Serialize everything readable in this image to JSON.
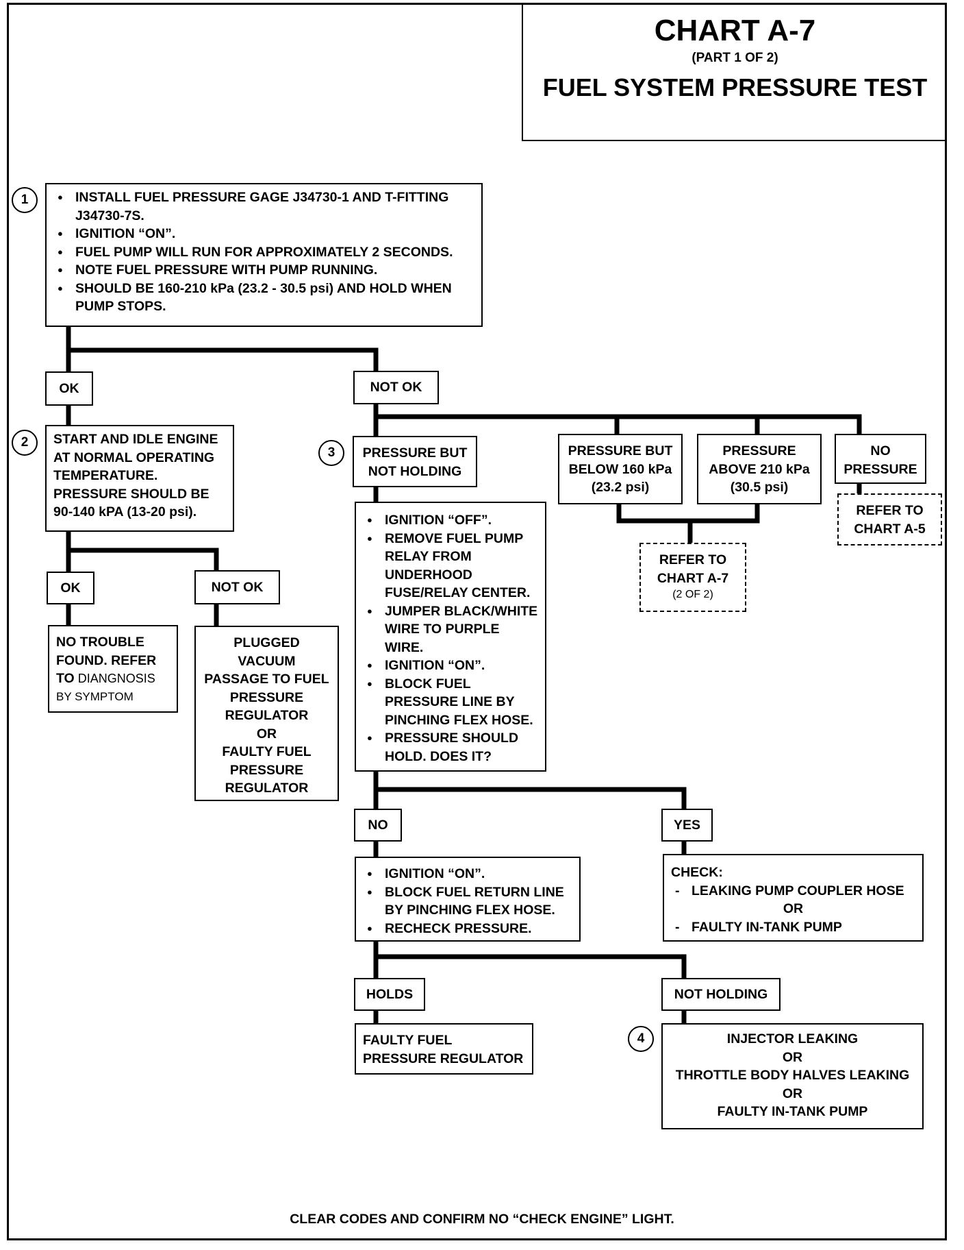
{
  "header": {
    "chart": "CHART A-7",
    "part": "(PART 1 OF 2)",
    "title": "FUEL SYSTEM PRESSURE TEST"
  },
  "steps": {
    "s1": "1",
    "s2": "2",
    "s3": "3",
    "s4": "4"
  },
  "box1": {
    "items": [
      "INSTALL FUEL PRESSURE GAGE J34730-1 AND T-FITTING J34730-7S.",
      "IGNITION “ON”.",
      "FUEL PUMP WILL RUN FOR APPROXIMATELY 2 SECONDS.",
      "NOTE FUEL PRESSURE WITH PUMP RUNNING.",
      "SHOULD BE 160-210 kPa (23.2 - 30.5 psi) AND HOLD WHEN PUMP STOPS."
    ]
  },
  "labels": {
    "ok_1": "OK",
    "not_ok_1": "NOT OK",
    "ok_2": "OK",
    "not_ok_2": "NOT OK",
    "no": "NO",
    "yes": "YES",
    "holds": "HOLDS",
    "not_holding": "NOT HOLDING"
  },
  "box2": {
    "lines": [
      "START AND IDLE ENGINE",
      "AT NORMAL OPERATING",
      "TEMPERATURE.",
      "PRESSURE SHOULD BE",
      "90-140 kPA (13-20 psi)."
    ]
  },
  "no_trouble": {
    "l1": "NO TROUBLE",
    "l2": "FOUND.  REFER",
    "l3a": "TO",
    "l3b": " DIANGNOSIS",
    "l4": "BY SYMPTOM"
  },
  "plugged": {
    "lines": [
      "PLUGGED",
      "VACUUM",
      "PASSAGE TO FUEL",
      "PRESSURE",
      "REGULATOR",
      "OR",
      "FAULTY FUEL",
      "PRESSURE",
      "REGULATOR"
    ]
  },
  "branches": {
    "not_holding": [
      "PRESSURE BUT",
      "NOT HOLDING"
    ],
    "below": [
      "PRESSURE BUT",
      "BELOW 160 kPa",
      "(23.2 psi)"
    ],
    "above": [
      "PRESSURE",
      "ABOVE 210 kPa",
      "(30.5 psi)"
    ],
    "no_pressure": [
      "NO",
      "PRESSURE"
    ]
  },
  "refer_a7": {
    "l1": "REFER TO",
    "l2": "CHART A-7",
    "l3": "(2 OF 2)"
  },
  "refer_a5": {
    "l1": "REFER TO",
    "l2": "CHART A-5"
  },
  "box3": {
    "items": [
      "IGNITION “OFF”.",
      "REMOVE FUEL PUMP RELAY FROM UNDERHOOD FUSE/RELAY CENTER.",
      "JUMPER BLACK/WHITE WIRE TO PURPLE WIRE.",
      "IGNITION “ON”.",
      "BLOCK FUEL PRESSURE LINE BY PINCHING FLEX HOSE.",
      "PRESSURE SHOULD HOLD.  DOES IT?"
    ]
  },
  "box_no": {
    "items": [
      "IGNITION “ON”.",
      "BLOCK FUEL RETURN LINE BY PINCHING FLEX HOSE.",
      "RECHECK PRESSURE."
    ]
  },
  "box_yes": {
    "check": "CHECK:",
    "item1": "LEAKING PUMP COUPLER HOSE",
    "or": "OR",
    "item2": "FAULTY IN-TANK PUMP"
  },
  "faulty_reg": {
    "l1": "FAULTY FUEL",
    "l2": "PRESSURE REGULATOR"
  },
  "injector": {
    "lines": [
      "INJECTOR LEAKING",
      "OR",
      "THROTTLE BODY HALVES LEAKING",
      "OR",
      "FAULTY IN-TANK PUMP"
    ]
  },
  "footer": "CLEAR CODES AND CONFIRM NO “CHECK ENGINE” LIGHT."
}
